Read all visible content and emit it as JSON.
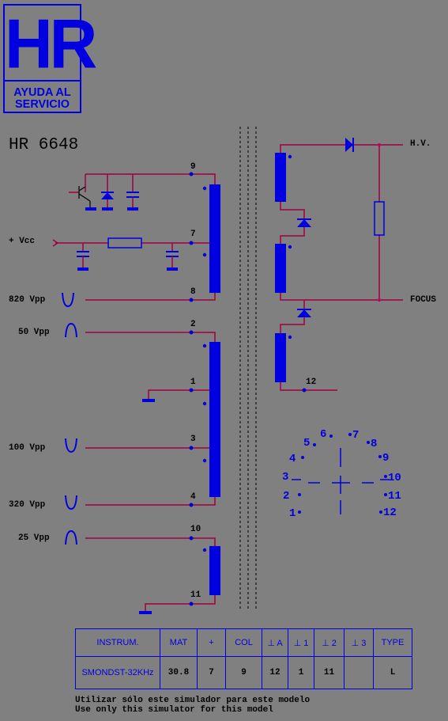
{
  "logo": {
    "letters": "HR",
    "subtitle_line1": "AYUDA AL",
    "subtitle_line2": "SERVICIO"
  },
  "title": "HR 6648",
  "primary": {
    "vcc_label": "+ Vcc",
    "waveforms": [
      {
        "label": "820 Vpp",
        "shape": "valley"
      },
      {
        "label": "50 Vpp",
        "shape": "peak"
      },
      {
        "label": "100 Vpp",
        "shape": "valley"
      },
      {
        "label": "320 Vpp",
        "shape": "valley"
      },
      {
        "label": "25 Vpp",
        "shape": "peak"
      }
    ],
    "pins": [
      "9",
      "7",
      "8",
      "2",
      "1",
      "3",
      "4",
      "10",
      "11"
    ]
  },
  "secondary": {
    "hv_label": "H.V.",
    "focus_label": "FOCUS",
    "pin": "12"
  },
  "pinout": [
    "1",
    "2",
    "3",
    "4",
    "5",
    "6",
    "7",
    "8",
    "9",
    "10",
    "11",
    "12"
  ],
  "colors": {
    "primary": "#0000e0",
    "wire": "#a00040",
    "background": "#808080"
  },
  "table": {
    "headers": [
      "INSTRUM.",
      "MAT",
      "+",
      "COL",
      "⊥ A",
      "⊥ 1",
      "⊥ 2",
      "⊥ 3",
      "TYPE"
    ],
    "values": [
      "SMONDST-32KHz",
      "30.8",
      "7",
      "9",
      "12",
      "1",
      "11",
      "",
      "L"
    ]
  },
  "note_es": "Utilizar sólo este simulador para este modelo",
  "note_en": "Use only this simulator for this model"
}
